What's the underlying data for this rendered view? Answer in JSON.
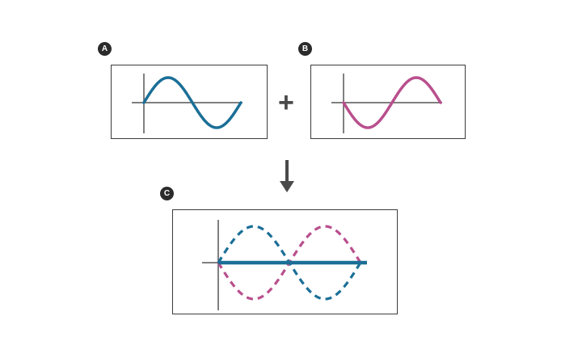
{
  "labels": {
    "a": "A",
    "b": "B",
    "c": "C",
    "operator": "+"
  },
  "colors": {
    "wave_a": "#1b6f97",
    "wave_b": "#b94f8d",
    "axis": "#555555",
    "frame": "#3c3c3c",
    "badge": "#2b2b2b",
    "arrow": "#4a4a4a"
  },
  "icons": {
    "arrow": "down-arrow-icon"
  }
}
